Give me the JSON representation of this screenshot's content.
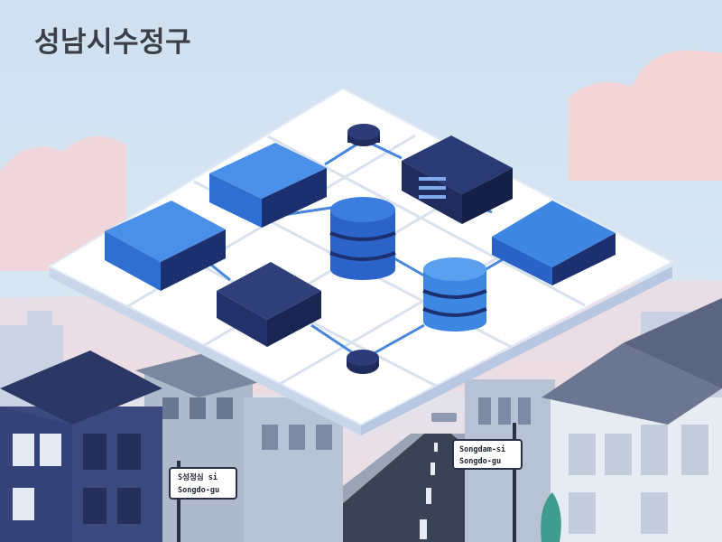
{
  "title": "성남시수정구",
  "signs": {
    "left": {
      "line1": "S성정심 si",
      "line2": "Songdo-gu"
    },
    "right": {
      "line1": "Songdam-si",
      "line2": "Songdo-gu"
    }
  },
  "colors": {
    "sky": "#d6e4f2",
    "horizon_pink": "#f4d9dc",
    "cloud": "#f6d6d6",
    "platform": "#ffffff",
    "platform_grid": "#d7e2f0",
    "connector": "#4a86dc",
    "block_blue_top": "#3f86e4",
    "block_dark_top": "#26366a",
    "block_side": "#1c2857",
    "building_navy": "#2f3e6e",
    "building_gray": "#9aa6bd",
    "road": "#3a4256",
    "title_text": "#3c3f47"
  },
  "icons": {
    "server_cube": "cube-icon",
    "database": "database-cylinder-icon",
    "node": "node-dot-icon",
    "street_sign": "street-sign-icon"
  }
}
